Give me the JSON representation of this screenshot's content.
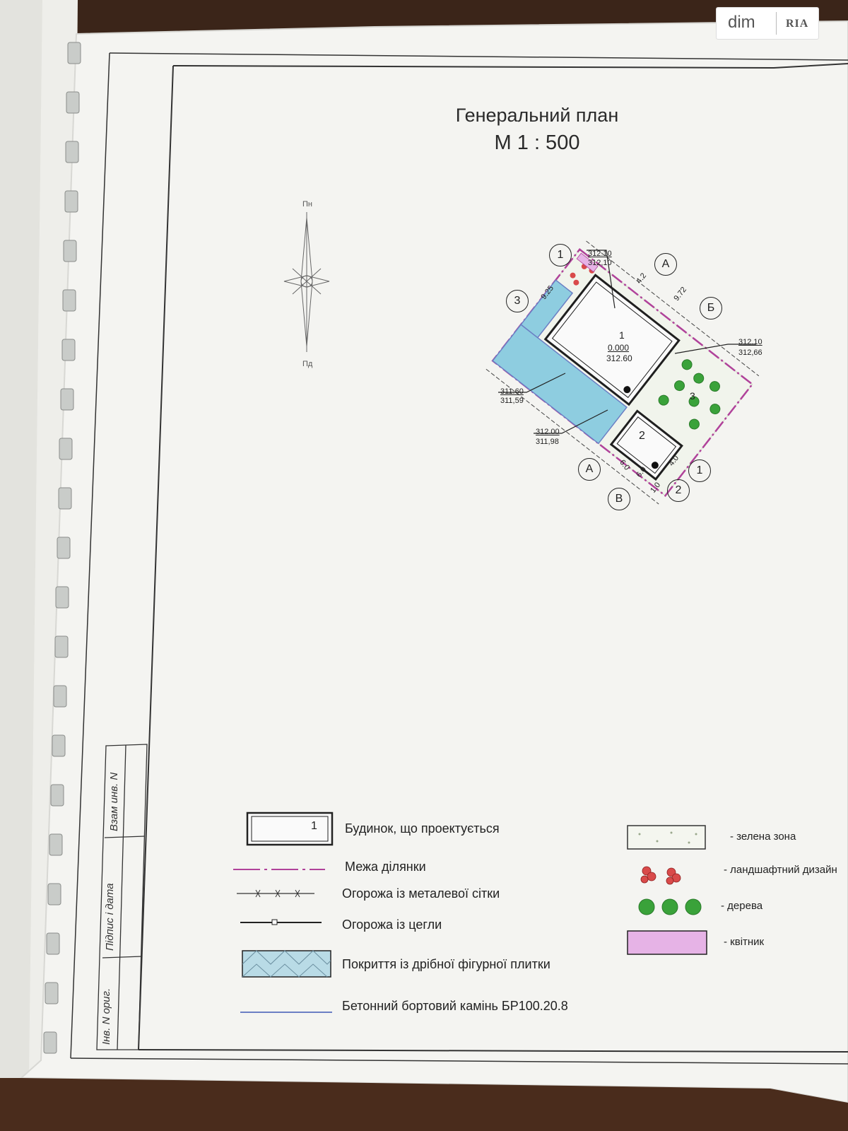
{
  "watermark": {
    "brand": "dim",
    "brand2": "RIA"
  },
  "title": {
    "line1": "Генеральний план",
    "line2": "М 1 : 500"
  },
  "north_arrow": {
    "top": "Пн",
    "bottom": "Пд"
  },
  "plan": {
    "building1": {
      "number": "1",
      "level": "0.000",
      "elevation": "312.60"
    },
    "building2": {
      "number": "2"
    },
    "zone3": "3",
    "marks": [
      {
        "id": "top",
        "upper": "312.10",
        "lower": "312,10"
      },
      {
        "id": "right",
        "upper": "312.10",
        "lower": "312,66"
      },
      {
        "id": "left",
        "upper": "311.60",
        "lower": "311,59"
      },
      {
        "id": "bottom",
        "upper": "312.00",
        "lower": "311,98"
      }
    ],
    "axes": [
      "1",
      "3",
      "А",
      "Б",
      "А",
      "В",
      "2",
      "1"
    ],
    "dims": [
      "9.25",
      "4.2",
      "9.72",
      "6.0",
      "4.0",
      "1.0",
      "6.0"
    ]
  },
  "legend": {
    "items": [
      {
        "num": "1",
        "text": "Будинок, що проектується"
      },
      {
        "text": "Межа   ділянки"
      },
      {
        "text": "Огорожа із металевої сітки"
      },
      {
        "text": "Огорожа із цегли"
      },
      {
        "text": "Покриття із дрібної фігурної плитки"
      },
      {
        "text": "Бетонний бортовий камінь БР100.20.8"
      }
    ],
    "right_items": [
      {
        "text": "- зелена зона"
      },
      {
        "text": "- ландшафтний дизайн"
      },
      {
        "text": "- дерева"
      },
      {
        "text": "- квітник"
      }
    ]
  },
  "stamp": {
    "col1": "Взам инв. N",
    "col2": "Підпис і дата",
    "col3": "Інв. N ориг."
  },
  "colors": {
    "paper": "#f4f4f1",
    "boundary": "#b0429a",
    "tile": "#8ecde0",
    "tree": "#3aa23a",
    "flowerbed": "#e6b3e6",
    "curb": "#6b7fc4"
  }
}
